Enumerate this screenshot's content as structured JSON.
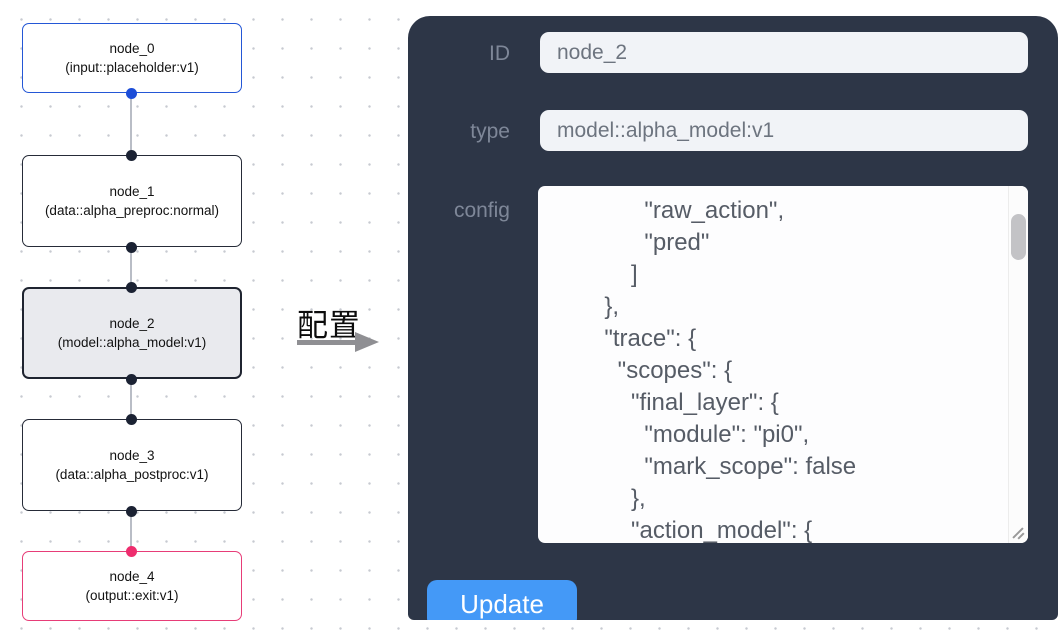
{
  "flow": {
    "nodes": [
      {
        "title": "node_0",
        "subtitle": "(input::placeholder:v1)"
      },
      {
        "title": "node_1",
        "subtitle": "(data::alpha_preproc:normal)"
      },
      {
        "title": "node_2",
        "subtitle": "(model::alpha_model:v1)"
      },
      {
        "title": "node_3",
        "subtitle": "(data::alpha_postproc:v1)"
      },
      {
        "title": "node_4",
        "subtitle": "(output::exit:v1)"
      }
    ],
    "colors": {
      "input_node_border": "#2457d6",
      "default_node_border": "#262b38",
      "selected_node_border": "#1f2430",
      "selected_node_bg": "#e9eaee",
      "output_node_border": "#e73d78",
      "edge": "#b9bdc6",
      "port_blue": "#1d4ed8",
      "port_dark": "#1b2233",
      "port_pink": "#ee2d6e"
    }
  },
  "annotation": {
    "label": "配置",
    "arrow_color": "#8f8f93"
  },
  "config_panel": {
    "bg_color": "#2d3647",
    "id_label": "ID",
    "id_value": "node_2",
    "type_label": "type",
    "type_value": "model::alpha_model:v1",
    "config_label": "config",
    "config_text": "              \"raw_action\",\n              \"pred\"\n            ]\n        },\n        \"trace\": {\n          \"scopes\": {\n            \"final_layer\": {\n              \"module\": \"pi0\",\n              \"mark_scope\": false\n            },\n            \"action_model\": {",
    "update_label": "Update",
    "button_color": "#4499f7"
  }
}
